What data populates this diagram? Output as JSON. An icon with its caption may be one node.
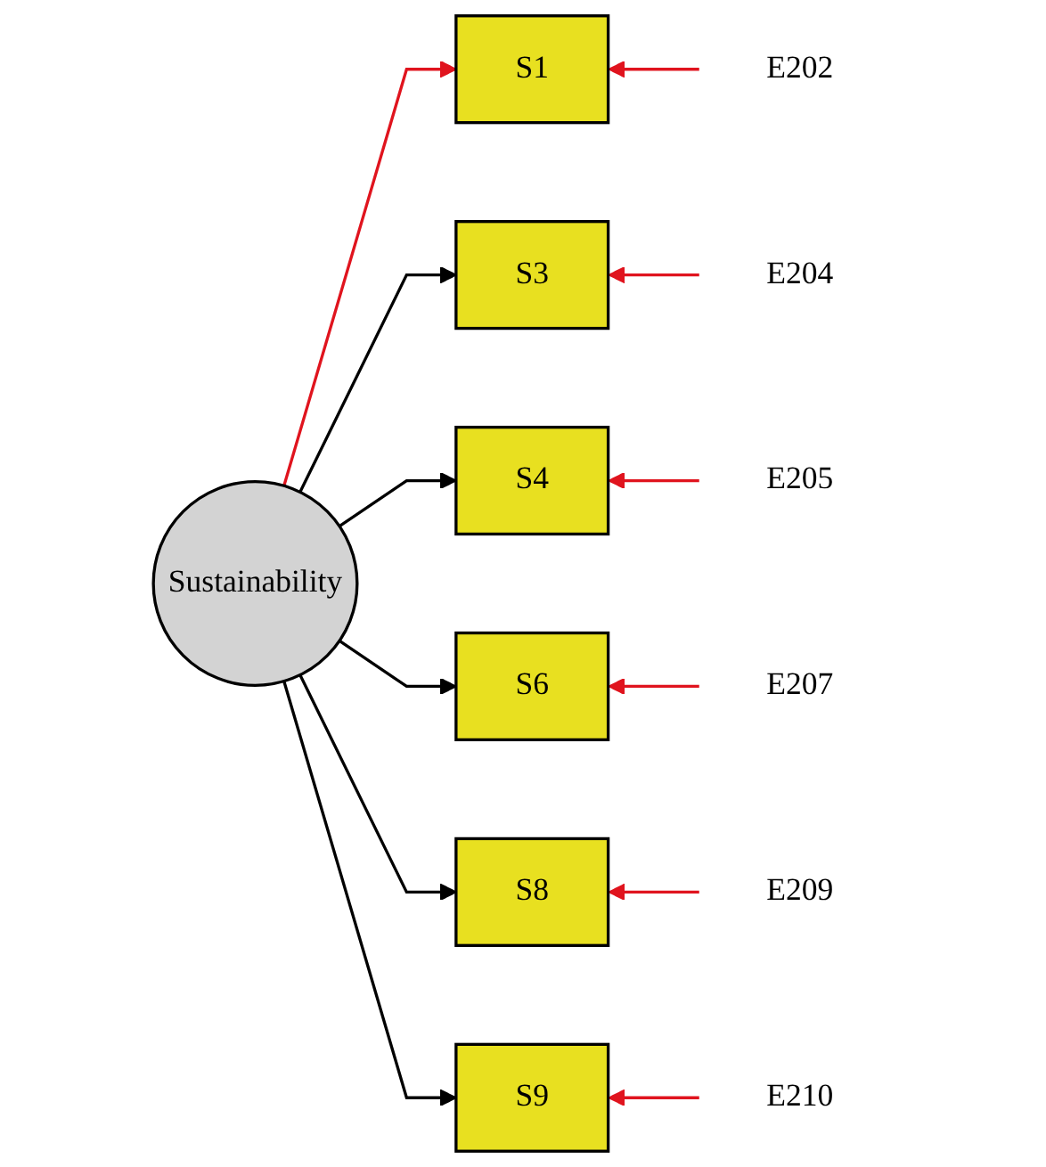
{
  "diagram": {
    "nodes": [
      {
        "text": [
          "Sustainability"
        ]
      },
      {
        "text": [
          "S1"
        ]
      },
      {
        "text": [
          "S3"
        ]
      },
      {
        "text": [
          "S4"
        ]
      },
      {
        "text": [
          "S6"
        ]
      },
      {
        "text": [
          "S8"
        ]
      },
      {
        "text": [
          "S9"
        ]
      },
      {
        "text": [
          "E202"
        ]
      },
      {
        "text": [
          "E204"
        ]
      },
      {
        "text": [
          "E205"
        ]
      },
      {
        "text": [
          "E207"
        ]
      },
      {
        "text": [
          "E209"
        ]
      },
      {
        "text": [
          "E210"
        ]
      }
    ],
    "edges": [
      {
        "from": 0,
        "to": 1,
        "arrow": "to",
        "color": "#e0141e"
      },
      {
        "from": 0,
        "to": 2,
        "arrow": "to",
        "color": "#000000"
      },
      {
        "from": 0,
        "to": 3,
        "arrow": "to",
        "color": "#000000"
      },
      {
        "from": 0,
        "to": 4,
        "arrow": "to",
        "color": "#000000"
      },
      {
        "from": 0,
        "to": 5,
        "arrow": "to",
        "color": "#000000"
      },
      {
        "from": 0,
        "to": 6,
        "arrow": "to",
        "color": "#000000"
      },
      {
        "from": 7,
        "to": 1,
        "arrow": "to",
        "color": "#e0141e"
      },
      {
        "from": 8,
        "to": 2,
        "arrow": "to",
        "color": "#e0141e"
      },
      {
        "from": 9,
        "to": 3,
        "arrow": "to",
        "color": "#e0141e"
      },
      {
        "from": 10,
        "to": 4,
        "arrow": "to",
        "color": "#e0141e"
      },
      {
        "from": 11,
        "to": 5,
        "arrow": "to",
        "color": "#e0141e"
      },
      {
        "from": 12,
        "to": 6,
        "arrow": "to",
        "color": "#e0141e"
      }
    ]
  }
}
